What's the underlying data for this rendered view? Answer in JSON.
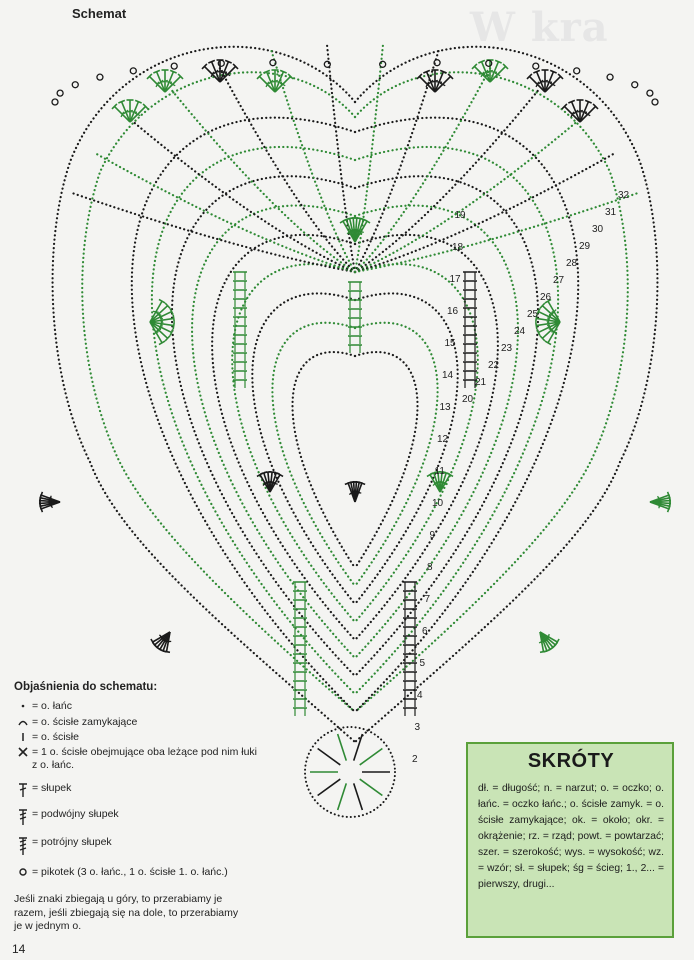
{
  "page": {
    "header": "Schemat",
    "background_title": "W kra",
    "page_number": "14"
  },
  "colors": {
    "green": "#2f8a35",
    "black": "#1a1a1a",
    "box_fill": "#c9e4b6",
    "box_border": "#5aa03a"
  },
  "diagram": {
    "row_numbers": [
      "2",
      "3",
      "4",
      "5",
      "6",
      "7",
      "8",
      "9",
      "10",
      "11",
      "12",
      "13",
      "14",
      "15",
      "16",
      "17",
      "18",
      "19",
      "20",
      "21",
      "22",
      "23",
      "24",
      "25",
      "26",
      "27",
      "28",
      "29",
      "30",
      "31",
      "32"
    ]
  },
  "legend": {
    "title": "Objaśnienia do schematu:",
    "items": [
      {
        "icon": "chain-dot-icon",
        "text": "= o. łańc"
      },
      {
        "icon": "slip-stitch-arc-icon",
        "text": "= o. ścisłe zamykające"
      },
      {
        "icon": "single-crochet-bar-icon",
        "text": "= o. ścisłe"
      },
      {
        "icon": "cross-icon",
        "text": "= 1 o. ścisłe obejmujące oba leżące pod nim łuki z o. łańc."
      },
      {
        "icon": "double-crochet-icon",
        "text": "= słupek"
      },
      {
        "icon": "treble-crochet-icon",
        "text": "= podwójny słupek"
      },
      {
        "icon": "triple-treble-icon",
        "text": "= potrójny słupek"
      },
      {
        "icon": "picot-icon",
        "text": "= pikotek (3 o. łańc., 1 o. ścisłe 1. o. łańc.)"
      }
    ],
    "note": "Jeśli znaki zbiegają u góry, to przerabiamy je razem, jeśli zbiegają się na dole, to przerabiamy je w jednym o."
  },
  "abbreviations": {
    "title": "SKRÓTY",
    "text": "dł. = długość; n. = narzut; o. = oczko; o. łańc. = oczko łańc.; o. ścisłe zamyk. = o. ścisłe zamykające; ok. = około; okr. = okrążenie; rz. = rząd; powt. = powtarzać; szer. = szerokość; wys. = wysokość; wz. = wzór; sł. = słupek; śg = ścieg; 1., 2... = pierwszy, drugi..."
  }
}
